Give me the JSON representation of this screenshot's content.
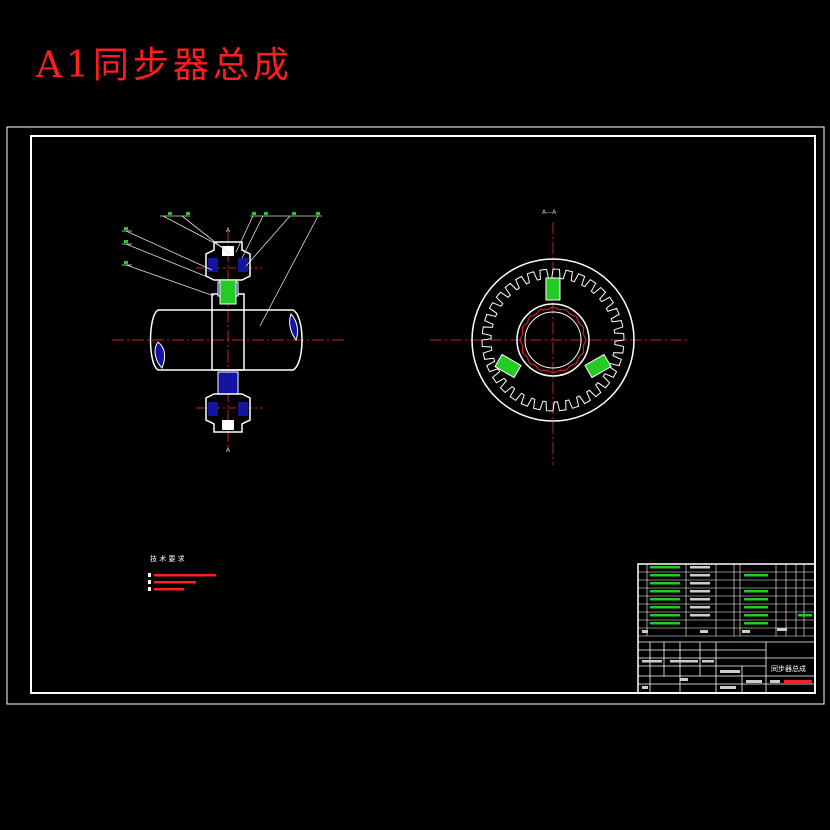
{
  "title": "A1同步器总成",
  "colors": {
    "background": "#000000",
    "title": "#ff1e1e",
    "frame": "#ffffff",
    "centerline": "#cc2020",
    "hatch_blue": "#1414a0",
    "part_green": "#22cc22",
    "leader": "#dddddd",
    "label_green": "#22cc22",
    "tech_text": "#ff2020",
    "section_text": "#cccccc"
  },
  "section": {
    "marker_top": "A",
    "marker_bottom": "A",
    "view_label": "A—A"
  },
  "tech_requirements": {
    "heading": "技 术 要 求"
  },
  "title_block": {
    "drawing_name": "同步器总成"
  }
}
